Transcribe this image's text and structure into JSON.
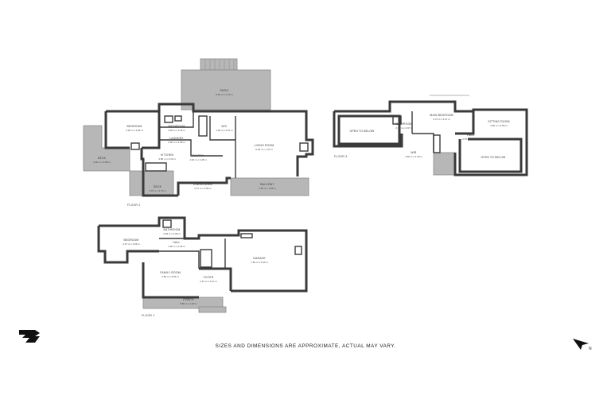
{
  "disclaimer": "SIZES AND DIMENSIONS ARE APPROXIMATE, ACTUAL MAY VARY.",
  "floors": {
    "floor2": {
      "label": "FLOOR 2"
    },
    "floor3": {
      "label": "FLOOR 3"
    },
    "floor1": {
      "label": "FLOOR 1"
    }
  },
  "rooms": {
    "patio": {
      "name": "PATIO",
      "dims": "8.56 m x 5.75 m"
    },
    "bedroom2": {
      "name": "BEDROOM",
      "dims": "4.35 m x 3.96 m"
    },
    "bathroom2": {
      "name": "BATHROOM",
      "dims": "2.48 m x 2.35 m"
    },
    "laundry": {
      "name": "LAUNDRY",
      "dims": "2.56 m x 2.08 m"
    },
    "wc": {
      "name": "W/C",
      "dims": "1.45 m x 0.97 m"
    },
    "kitchen": {
      "name": "KITCHEN",
      "dims": "3.98 m x 3.16 m"
    },
    "pantry": {
      "name": "PANTRY",
      "dims": "1.02 m x 1.45 m"
    },
    "living_room": {
      "name": "LIVING ROOM",
      "dims": "6.40 m x 7.37 m"
    },
    "deck_west": {
      "name": "DECK",
      "dims": "4.30 m x 3.58 m"
    },
    "deck_south": {
      "name": "DECK",
      "dims": "3.75 m x 1.76 m"
    },
    "dining_area": {
      "name": "DINING AREA",
      "dims": "3.17 m x 3.82 m"
    },
    "balcony": {
      "name": "BALCONY",
      "dims": "4.56 m x 1.86 m"
    },
    "main_bedroom": {
      "name": "MAIN BEDROOM",
      "dims": "3.74 m x 3.47 m"
    },
    "bathroom3": {
      "name": "BATHROOM",
      "dims": "2.16 m x 2.67 m"
    },
    "sitting_room": {
      "name": "SITTING ROOM",
      "dims": "3.90 m x 2.90 m"
    },
    "hall": {
      "name": "HALL",
      "dims": "2.57 m x 1.00 m"
    },
    "wir": {
      "name": "WIR",
      "dims": "2.66 m x 2.40 m"
    },
    "open_below_left": {
      "name": "OPEN TO BELOW"
    },
    "open_below_right": {
      "name": "OPEN TO BELOW"
    },
    "bedroom1": {
      "name": "BEDROOM",
      "dims": "4.07 m x 3.66 m"
    },
    "bathroom1": {
      "name": "BATHROOM",
      "dims": "2.69 m x 2.06 m"
    },
    "hall1": {
      "name": "HALL",
      "dims": "1.60 m x 2.42 m"
    },
    "garage": {
      "name": "GARAGE",
      "dims": "7.60 m x 6.40 m"
    },
    "family_room": {
      "name": "FAMILY ROOM",
      "dims": "3.86 m x 5.56 m"
    },
    "foyer": {
      "name": "FOYER",
      "dims": "2.67 m x 2.37 m"
    },
    "porch": {
      "name": "PORCH",
      "dims": "5.80 m x 1.60 m"
    }
  },
  "icons": {
    "logo": "brand-logo",
    "north": "north-arrow-icon"
  }
}
